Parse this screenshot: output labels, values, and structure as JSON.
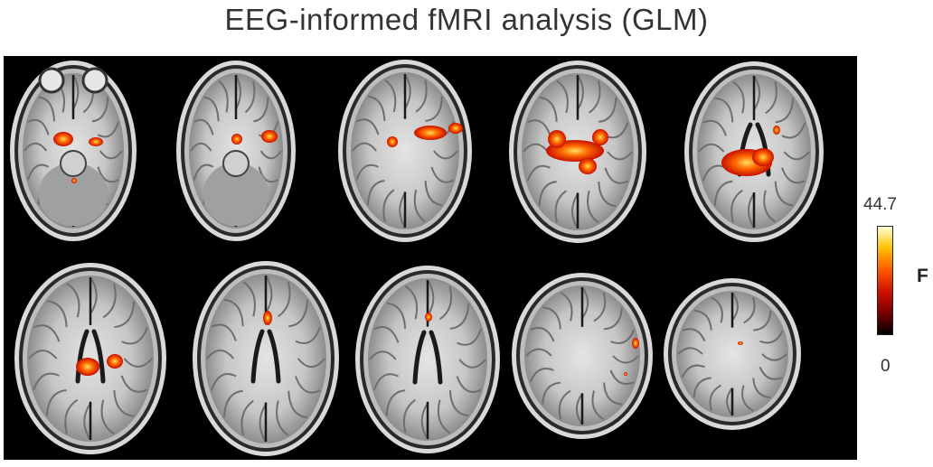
{
  "title": "EEG-informed fMRI analysis (GLM)",
  "colorbar": {
    "label": "F",
    "max_label": "44.7",
    "min_label": "0",
    "colors": [
      "#000000",
      "#7a0000",
      "#d01000",
      "#ff5a00",
      "#ffc000",
      "#ffffd8"
    ]
  },
  "slices": [
    {
      "row": 1,
      "level": "skull-base"
    },
    {
      "row": 1,
      "level": "midbrain"
    },
    {
      "row": 1,
      "level": "upper-midbrain"
    },
    {
      "row": 1,
      "level": "basal-ganglia"
    },
    {
      "row": 1,
      "level": "thalamus"
    },
    {
      "row": 2,
      "level": "lateral-ventricles"
    },
    {
      "row": 2,
      "level": "ventricle-body"
    },
    {
      "row": 2,
      "level": "supraventricular"
    },
    {
      "row": 2,
      "level": "high-parietal"
    },
    {
      "row": 2,
      "level": "vertex"
    }
  ],
  "colors": {
    "background": "#000000",
    "skull": "#d9d9d9",
    "gray_matter": "#8a8a8a",
    "white_matter": "#dedede",
    "csf": "#1a1a1a",
    "activation_low": "#d01000",
    "activation_mid": "#ff5a00",
    "activation_high": "#ffc000"
  }
}
